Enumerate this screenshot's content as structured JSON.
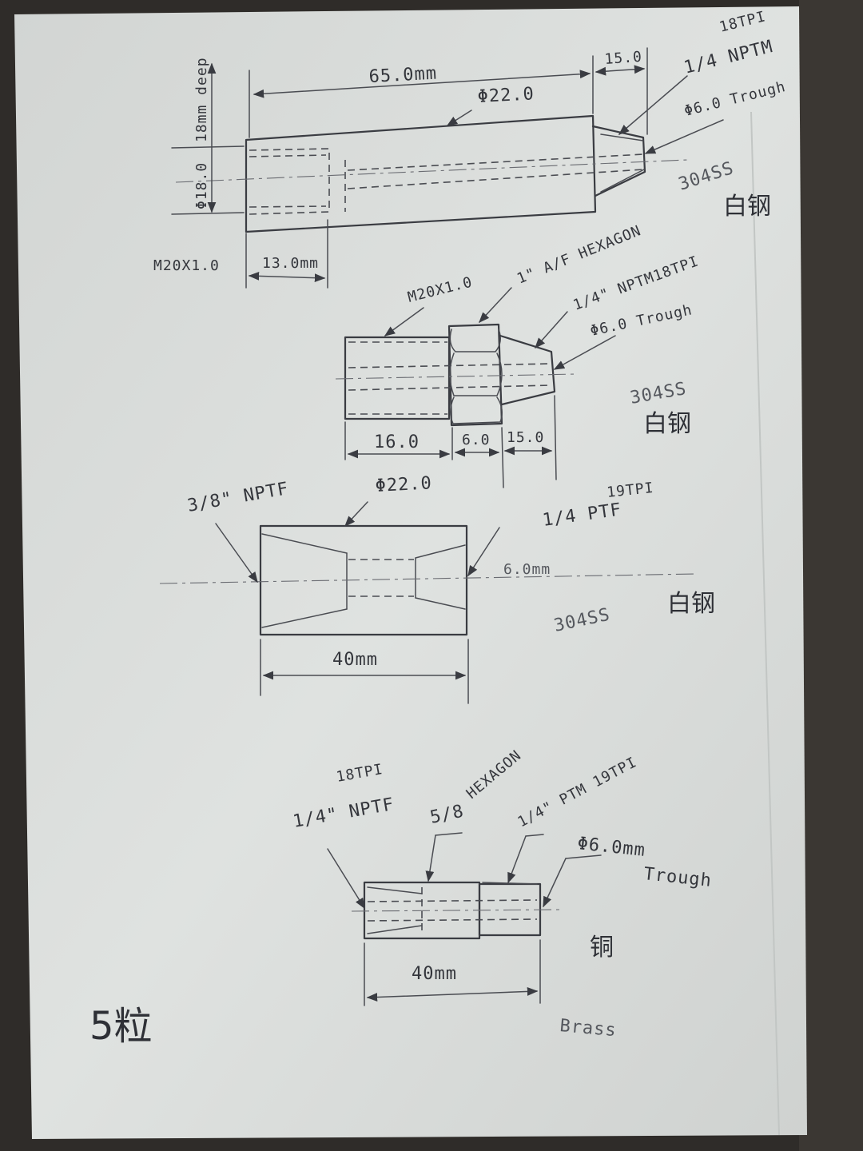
{
  "part1": {
    "length": "65.0mm",
    "diameter": "Φ22.0",
    "taper_length": "15.0",
    "thread_pitch": "18TPI",
    "thread": "1/4 NPTM",
    "through_hole": "Φ6.0 Trough",
    "bore_diameter": "Φ18.0",
    "bore_depth": "18mm deep",
    "inner_thread": "M20X1.0",
    "thread_length": "13.0mm",
    "material": "304SS",
    "material_cn": "白钢"
  },
  "part2": {
    "thread": "M20X1.0",
    "hexagon": "1\" A/F HEXAGON",
    "nptm": "1/4\" NPTM18TPI",
    "through_hole": "Φ6.0 Trough",
    "dim_a": "16.0",
    "dim_b": "6.0",
    "dim_c": "15.0",
    "material": "304SS",
    "material_cn": "白钢"
  },
  "part3": {
    "left_thread": "3/8\" NPTF",
    "diameter": "Φ22.0",
    "right_tpi": "19TPI",
    "right_thread": "1/4 PTF",
    "hole": "6.0mm",
    "length": "40mm",
    "material": "304SS",
    "material_cn": "白钢"
  },
  "part4": {
    "left_tpi": "18TPI",
    "left_thread": "1/4\" NPTF",
    "hexagon_size": "5/8",
    "hexagon": "HEXAGON",
    "right_thread": "1/4\" PTM 19TPI",
    "hole": "Φ6.0mm",
    "hole_note": "Trough",
    "length": "40mm",
    "material_cn": "铜",
    "material": "Brass"
  },
  "quantity": "5粒"
}
